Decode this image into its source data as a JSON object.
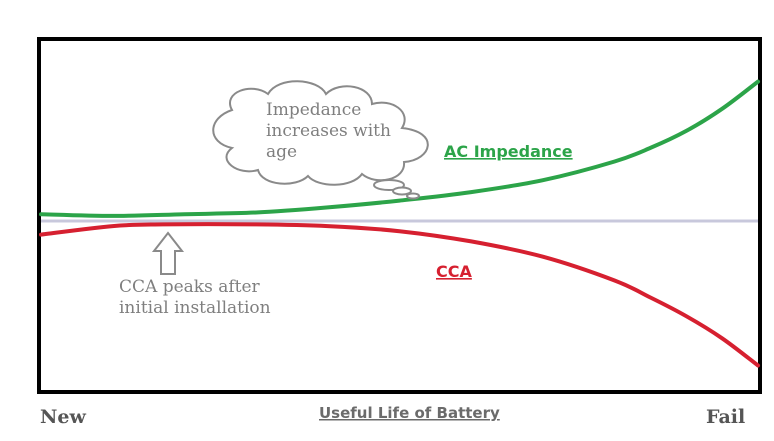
{
  "chart_data": {
    "type": "line",
    "xlabel": "Useful Life of Battery",
    "x_start_label": "New",
    "x_end_label": "Fail",
    "xlim": [
      0,
      100
    ],
    "ylim": [
      -100,
      100
    ],
    "baseline": 0,
    "grid": false,
    "series": [
      {
        "name": "AC Impedance",
        "color": "#2ca449",
        "x": [
          0,
          10,
          20,
          30,
          40,
          50,
          60,
          70,
          80,
          85,
          90,
          95,
          100
        ],
        "y": [
          4,
          3,
          4,
          5,
          8,
          12,
          17,
          24,
          35,
          43,
          53,
          66,
          82
        ]
      },
      {
        "name": "CCA",
        "color": "#d62030",
        "x": [
          0,
          10,
          17,
          30,
          40,
          50,
          60,
          70,
          80,
          85,
          90,
          95,
          100
        ],
        "y": [
          -8,
          -3,
          -2,
          -2,
          -3,
          -6,
          -12,
          -21,
          -35,
          -45,
          -56,
          -69,
          -85
        ]
      }
    ],
    "annotations": [
      {
        "id": "impedance-note",
        "lines": [
          "Impedance",
          "increases with",
          "age"
        ]
      },
      {
        "id": "cca-note",
        "lines": [
          "CCA peaks after",
          "initial installation"
        ]
      }
    ]
  }
}
